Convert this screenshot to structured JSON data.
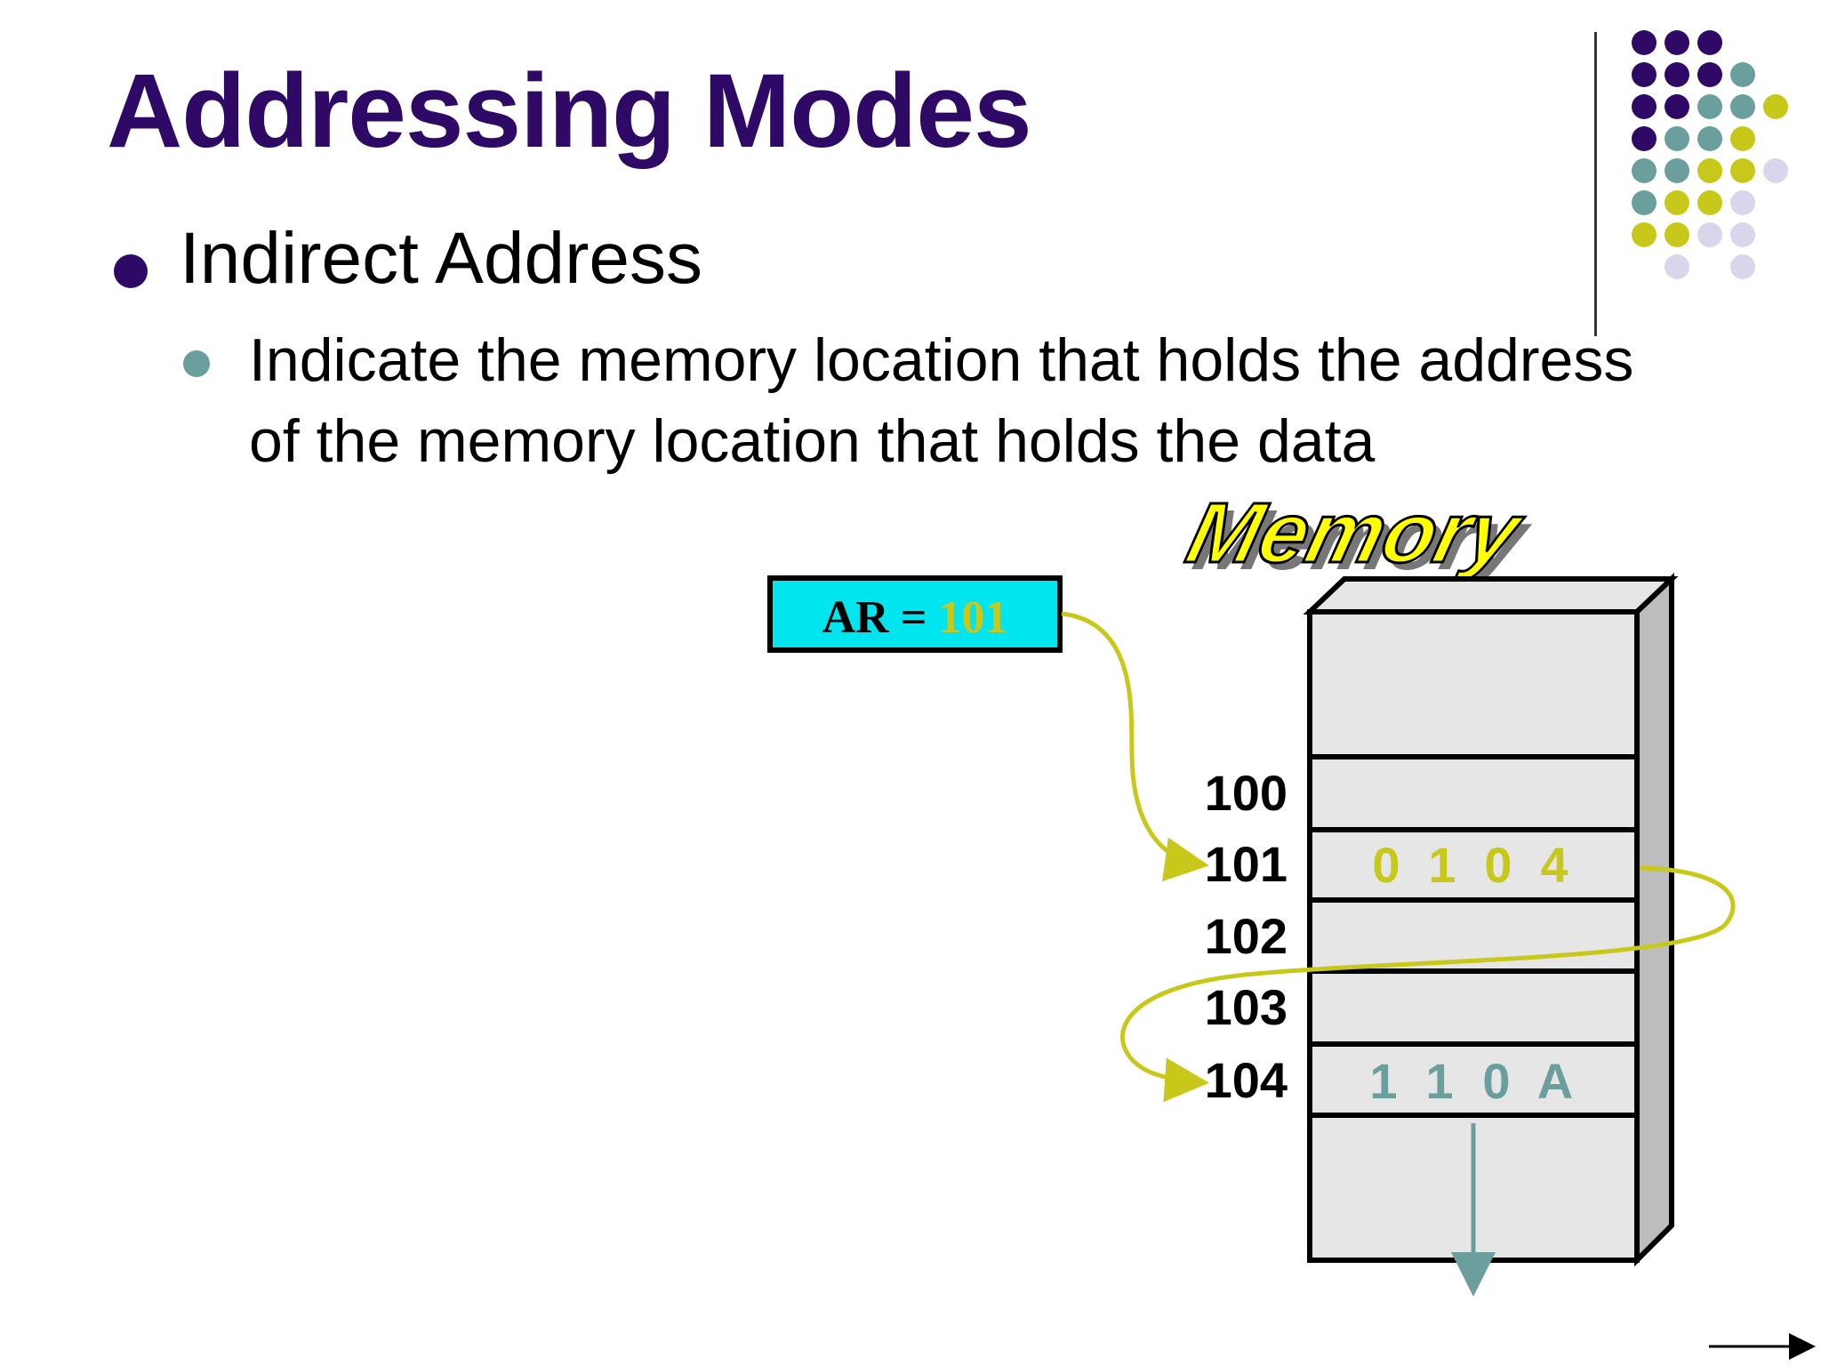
{
  "slide": {
    "title": "Addressing Modes",
    "bullet_level1": "Indirect Address",
    "bullet_level2": "Indicate the memory location that holds the address of the memory location that holds the data"
  },
  "diagram": {
    "memory_label": "Memory",
    "register": {
      "label": "AR = ",
      "value": "101"
    },
    "addresses": [
      "100",
      "101",
      "102",
      "103",
      "104"
    ],
    "cell_101_digits": [
      "0",
      "1",
      "0",
      "4"
    ],
    "cell_104_digits": [
      "1",
      "1",
      "0",
      "A"
    ]
  },
  "colors": {
    "title": "#2e0a66",
    "bullet_primary": "#2e0a66",
    "bullet_secondary": "#6a9f9e",
    "accent_yellow": "#c8c81a",
    "accent_teal": "#6a9f9e",
    "register_fill": "#00e5ee",
    "memory_fill": "#e6e6e6",
    "memory_side": "#bdbdbd",
    "memory_label_fill": "#ffff00",
    "dot_purple": "#2e0a66",
    "dot_teal": "#6a9f9e",
    "dot_yellow": "#c8c81a",
    "dot_lavender": "#d9d6ec"
  }
}
